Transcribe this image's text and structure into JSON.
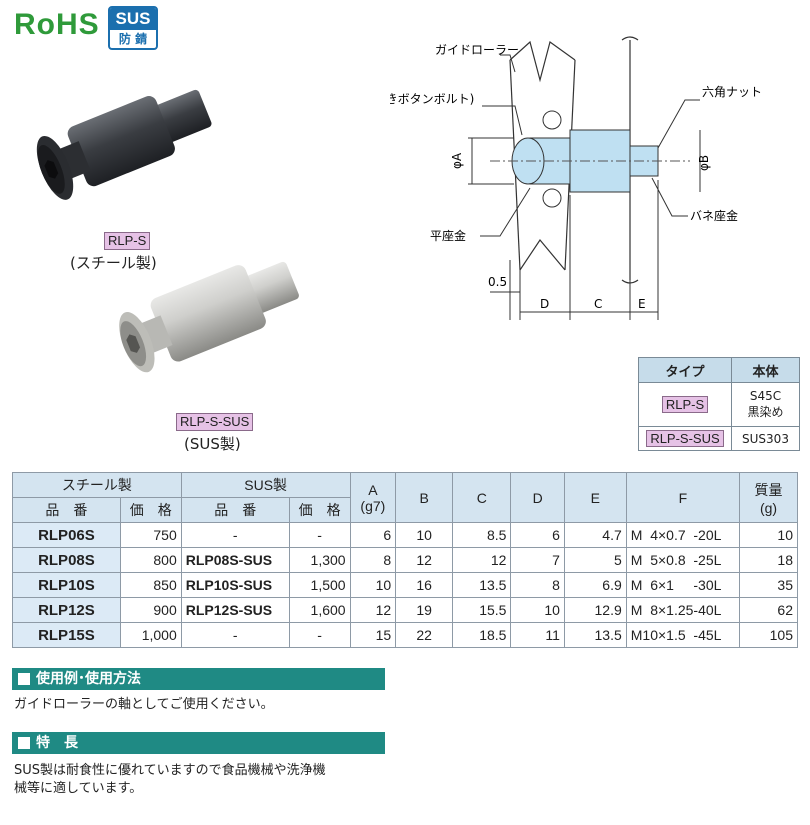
{
  "header": {
    "rohs": "RoHS",
    "sus_top": "SUS",
    "sus_bottom": "防 錆"
  },
  "products": {
    "steel": {
      "label": "RLP-S",
      "caption": "(スチール製)"
    },
    "sus": {
      "label": "RLP-S-SUS",
      "caption": "(SUS製)"
    }
  },
  "diagram": {
    "guide_roller": "ガイドローラー",
    "bolt": "F(六角穴付きボタンボルト)",
    "hex_nut": "六角ナット",
    "phi_a": "φA",
    "phi_b": "φB",
    "washer": "平座金",
    "spring_washer": "バネ座金",
    "dim_05": "0.5",
    "dim_d": "D",
    "dim_c": "C",
    "dim_e": "E"
  },
  "type_table": {
    "headers": [
      "タイプ",
      "本体"
    ],
    "rows": [
      {
        "type": "RLP-S",
        "body1": "S45C",
        "body2": "黒染め"
      },
      {
        "type": "RLP-S-SUS",
        "body1": "SUS303",
        "body2": ""
      }
    ]
  },
  "spec_table": {
    "group_steel": "スチール製",
    "group_sus": "SUS製",
    "sub_part": "品　番",
    "sub_price": "価　格",
    "col_a": "A",
    "col_a_sub": "(g7)",
    "col_b": "B",
    "col_c": "C",
    "col_d": "D",
    "col_e": "E",
    "col_f": "F",
    "col_mass": "質量",
    "col_mass_sub": "(g)",
    "rows": [
      {
        "pn": "RLP06S",
        "price": "750",
        "sus_pn": "-",
        "sus_price": "-",
        "a": "6",
        "b": "10",
        "c": "8.5",
        "d": "6",
        "e": "4.7",
        "f": "M  4×0.7  -20L",
        "mass": "10"
      },
      {
        "pn": "RLP08S",
        "price": "800",
        "sus_pn": "RLP08S-SUS",
        "sus_price": "1,300",
        "a": "8",
        "b": "12",
        "c": "12",
        "d": "7",
        "e": "5",
        "f": "M  5×0.8  -25L",
        "mass": "18"
      },
      {
        "pn": "RLP10S",
        "price": "850",
        "sus_pn": "RLP10S-SUS",
        "sus_price": "1,500",
        "a": "10",
        "b": "16",
        "c": "13.5",
        "d": "8",
        "e": "6.9",
        "f": "M  6×1     -30L",
        "mass": "35"
      },
      {
        "pn": "RLP12S",
        "price": "900",
        "sus_pn": "RLP12S-SUS",
        "sus_price": "1,600",
        "a": "12",
        "b": "19",
        "c": "15.5",
        "d": "10",
        "e": "12.9",
        "f": "M  8×1.25-40L",
        "mass": "62"
      },
      {
        "pn": "RLP15S",
        "price": "1,000",
        "sus_pn": "-",
        "sus_price": "-",
        "a": "15",
        "b": "22",
        "c": "18.5",
        "d": "11",
        "e": "13.5",
        "f": "M10×1.5  -45L",
        "mass": "105"
      }
    ]
  },
  "usage": {
    "title": "使用例･使用方法",
    "text": "ガイドローラーの軸としてご使用ください。"
  },
  "features": {
    "title": "特　長",
    "line1": "SUS製は耐食性に優れていますので食品機械や洗浄機",
    "line2": "械等に適しています。"
  },
  "colors": {
    "green": "#2f9a3a",
    "blue": "#1b6fae",
    "teal": "#1f8a84",
    "chip": "#e6c2e6",
    "header_bg": "#d4e4f0"
  }
}
